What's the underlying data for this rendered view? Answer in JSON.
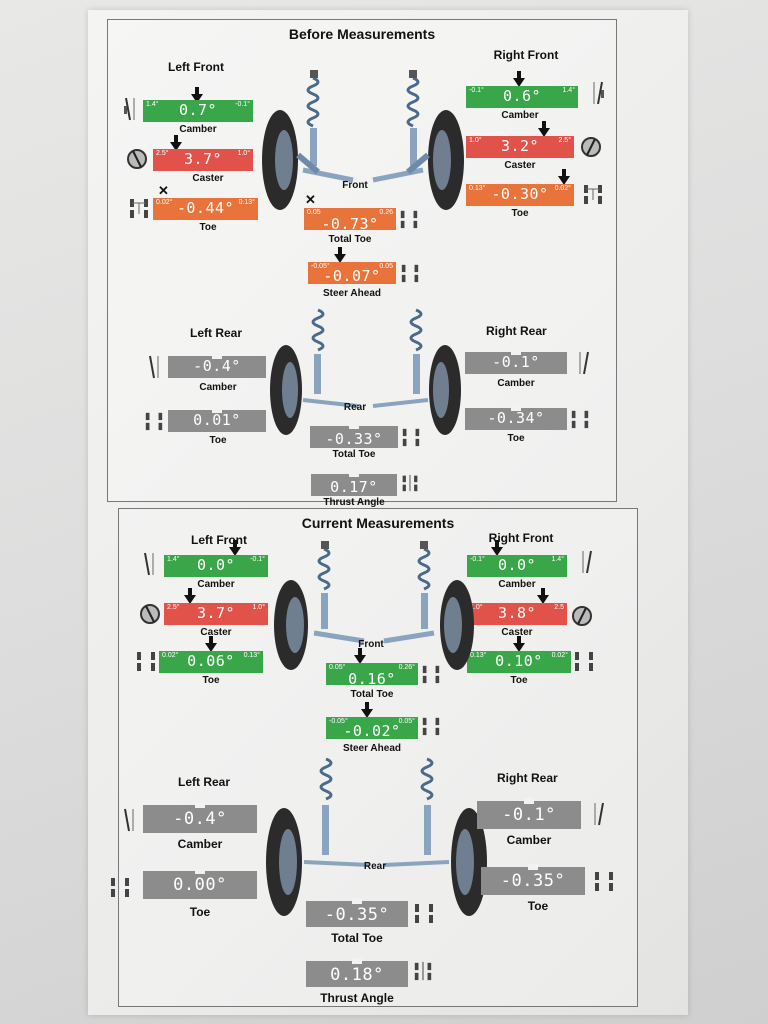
{
  "before": {
    "title": "Before Measurements",
    "left_front": {
      "heading": "Left Front",
      "camber": {
        "label": "Camber",
        "value": "0.7°",
        "tol_min": "1.4°",
        "tol_max": "-0.1°",
        "color": "green"
      },
      "caster": {
        "label": "Caster",
        "value": "3.7°",
        "tol_min": "2.5°",
        "tol_max": "1.0°",
        "color": "red"
      },
      "toe": {
        "label": "Toe",
        "value": "-0.44°",
        "tol_min": "0.02°",
        "tol_max": "0.13°",
        "color": "orange"
      }
    },
    "right_front": {
      "heading": "Right Front",
      "camber": {
        "label": "Camber",
        "value": "0.6°",
        "tol_min": "-0.1°",
        "tol_max": "1.4°",
        "color": "green"
      },
      "caster": {
        "label": "Caster",
        "value": "3.2°",
        "tol_min": "1.0°",
        "tol_max": "2.5°",
        "color": "red"
      },
      "toe": {
        "label": "Toe",
        "value": "-0.30°",
        "tol_min": "0.13°",
        "tol_max": "0.02°",
        "color": "orange"
      }
    },
    "front_label": "Front",
    "total_toe_front": {
      "label": "Total Toe",
      "value": "-0.73°",
      "tol_min": "0.05",
      "tol_max": "0.26",
      "color": "orange"
    },
    "steer_ahead": {
      "label": "Steer Ahead",
      "value": "-0.07°",
      "tol_min": "-0.05°",
      "tol_max": "0.05",
      "color": "orange"
    },
    "left_rear": {
      "heading": "Left Rear",
      "camber": {
        "label": "Camber",
        "value": "-0.4°",
        "color": "gray"
      },
      "toe": {
        "label": "Toe",
        "value": "0.01°",
        "color": "gray"
      }
    },
    "right_rear": {
      "heading": "Right Rear",
      "camber": {
        "label": "Camber",
        "value": "-0.1°",
        "color": "gray"
      },
      "toe": {
        "label": "Toe",
        "value": "-0.34°",
        "color": "gray"
      }
    },
    "rear_label": "Rear",
    "total_toe_rear": {
      "label": "Total Toe",
      "value": "-0.33°",
      "color": "gray"
    },
    "thrust_angle": {
      "label": "Thrust Angle",
      "value": "0.17°",
      "color": "gray"
    }
  },
  "current": {
    "title": "Current Measurements",
    "left_front": {
      "heading": "Left Front",
      "camber": {
        "label": "Camber",
        "value": "0.0°",
        "tol_min": "1.4°",
        "tol_max": "-0.1°",
        "color": "green"
      },
      "caster": {
        "label": "Caster",
        "value": "3.7°",
        "tol_min": "2.5°",
        "tol_max": "1.0°",
        "color": "red"
      },
      "toe": {
        "label": "Toe",
        "value": "0.06°",
        "tol_min": "0.02°",
        "tol_max": "0.13°",
        "color": "green"
      }
    },
    "right_front": {
      "heading": "Right Front",
      "camber": {
        "label": "Camber",
        "value": "0.0°",
        "tol_min": "-0.1°",
        "tol_max": "1.4°",
        "color": "green"
      },
      "caster": {
        "label": "Caster",
        "value": "3.8°",
        "tol_min": "1.0°",
        "tol_max": "2.5",
        "color": "red"
      },
      "toe": {
        "label": "Toe",
        "value": "0.10°",
        "tol_min": "0.13°",
        "tol_max": "0.02°",
        "color": "green"
      }
    },
    "front_label": "Front",
    "total_toe_front": {
      "label": "Total Toe",
      "value": "0.16°",
      "tol_min": "0.05°",
      "tol_max": "0.26°",
      "color": "green"
    },
    "steer_ahead": {
      "label": "Steer Ahead",
      "value": "-0.02°",
      "tol_min": "-0.05°",
      "tol_max": "0.05°",
      "color": "green"
    },
    "left_rear": {
      "heading": "Left Rear",
      "camber": {
        "label": "Camber",
        "value": "-0.4°",
        "color": "gray"
      },
      "toe": {
        "label": "Toe",
        "value": "0.00°",
        "color": "gray"
      }
    },
    "right_rear": {
      "heading": "Right Rear",
      "camber": {
        "label": "Camber",
        "value": "-0.1°",
        "color": "gray"
      },
      "toe": {
        "label": "Toe",
        "value": "-0.35°",
        "color": "gray"
      }
    },
    "rear_label": "Rear",
    "total_toe_rear": {
      "label": "Total Toe",
      "value": "-0.35°",
      "color": "gray"
    },
    "thrust_angle": {
      "label": "Thrust Angle",
      "value": "0.18°",
      "color": "gray"
    }
  },
  "colors": {
    "green": "#3aa64a",
    "red": "#e0524a",
    "orange": "#e8743c",
    "gray": "#8c8c8c"
  },
  "icons": [
    "down-arrow-icon",
    "x-mark-icon",
    "camber-icon",
    "caster-icon",
    "toe-icon",
    "strut-assembly-icon",
    "wheel-icon"
  ]
}
